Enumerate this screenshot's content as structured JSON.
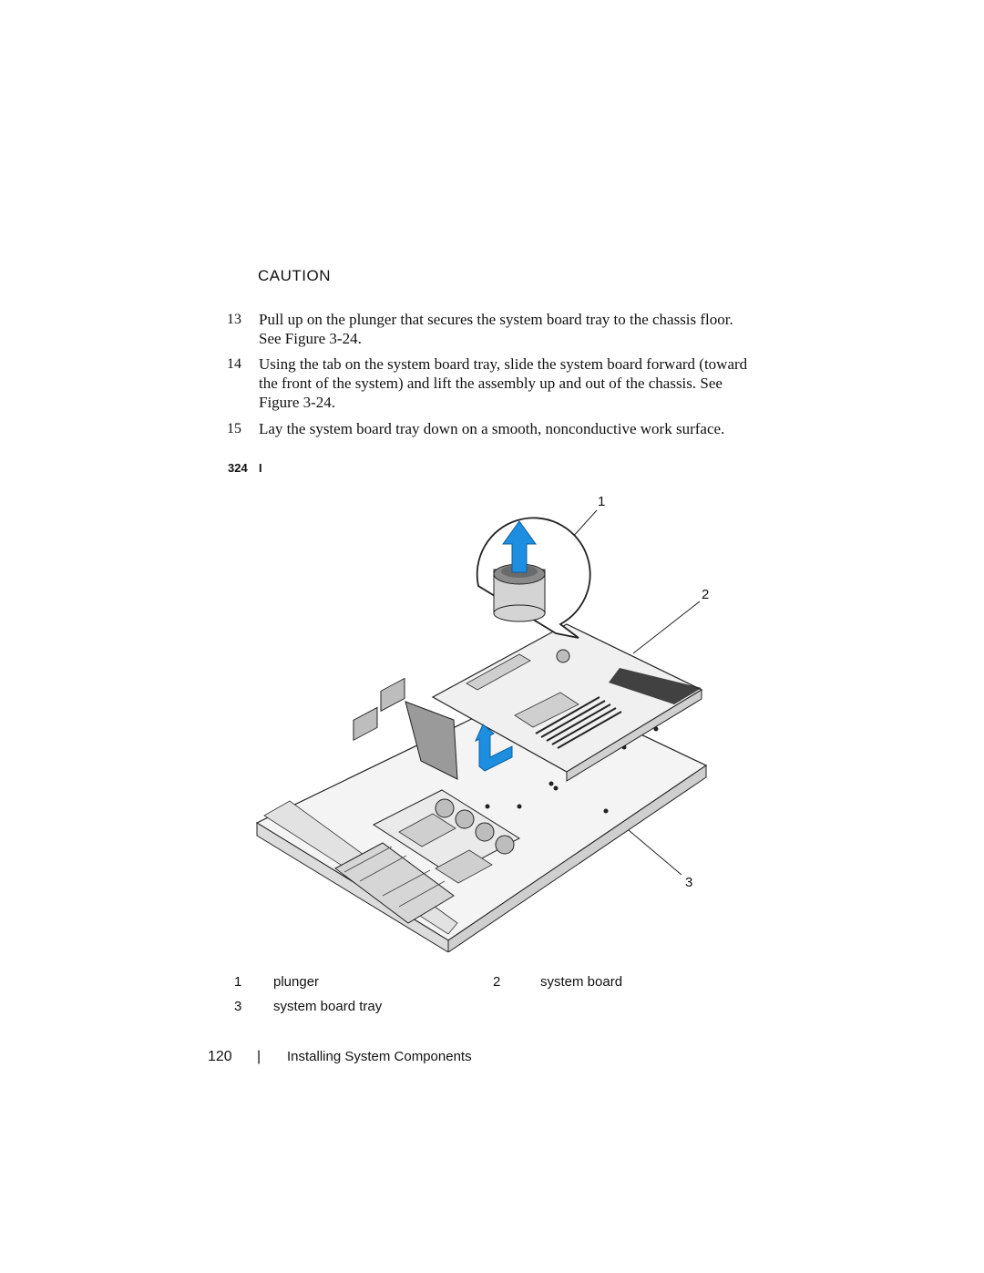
{
  "caution": "CAUTION",
  "steps": [
    {
      "num": "13",
      "text": "Pull up on the plunger that secures the system board tray to the chassis floor. See Figure 3-24."
    },
    {
      "num": "14",
      "text": "Using the tab on the system board tray, slide the system board forward (toward the front of the system) and lift the assembly up and out of the chassis. See Figure 3-24."
    },
    {
      "num": "15",
      "text": "Lay the system board tray down on a smooth, nonconductive work surface."
    }
  ],
  "figure": {
    "label": "324",
    "separator": "I",
    "callouts": [
      "1",
      "2",
      "3"
    ]
  },
  "legend": [
    {
      "num": "1",
      "text": "plunger"
    },
    {
      "num": "2",
      "text": "system board"
    },
    {
      "num": "3",
      "text": "system board tray"
    }
  ],
  "footer": {
    "page": "120",
    "separator": "|",
    "title": "Installing System Components"
  },
  "colors": {
    "arrow": "#1e8fe0",
    "line": "#222222"
  }
}
